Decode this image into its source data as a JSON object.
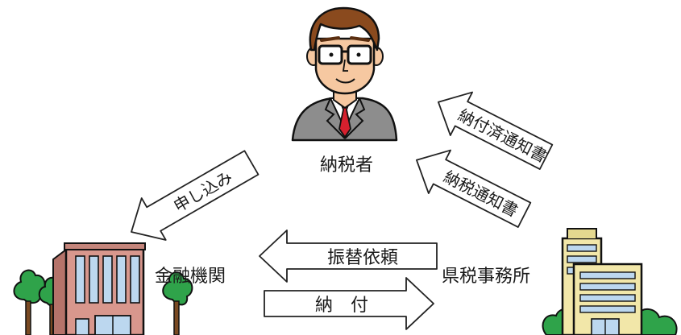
{
  "nodes": {
    "taxpayer": "納税者",
    "bank": "金融機関",
    "tax_office": "県税事務所"
  },
  "arrows": {
    "apply": "申し込み",
    "payment_notice": "納付済通知書",
    "tax_notice": "納税通知書",
    "transfer_request": "振替依頼",
    "payment": "納　付"
  }
}
